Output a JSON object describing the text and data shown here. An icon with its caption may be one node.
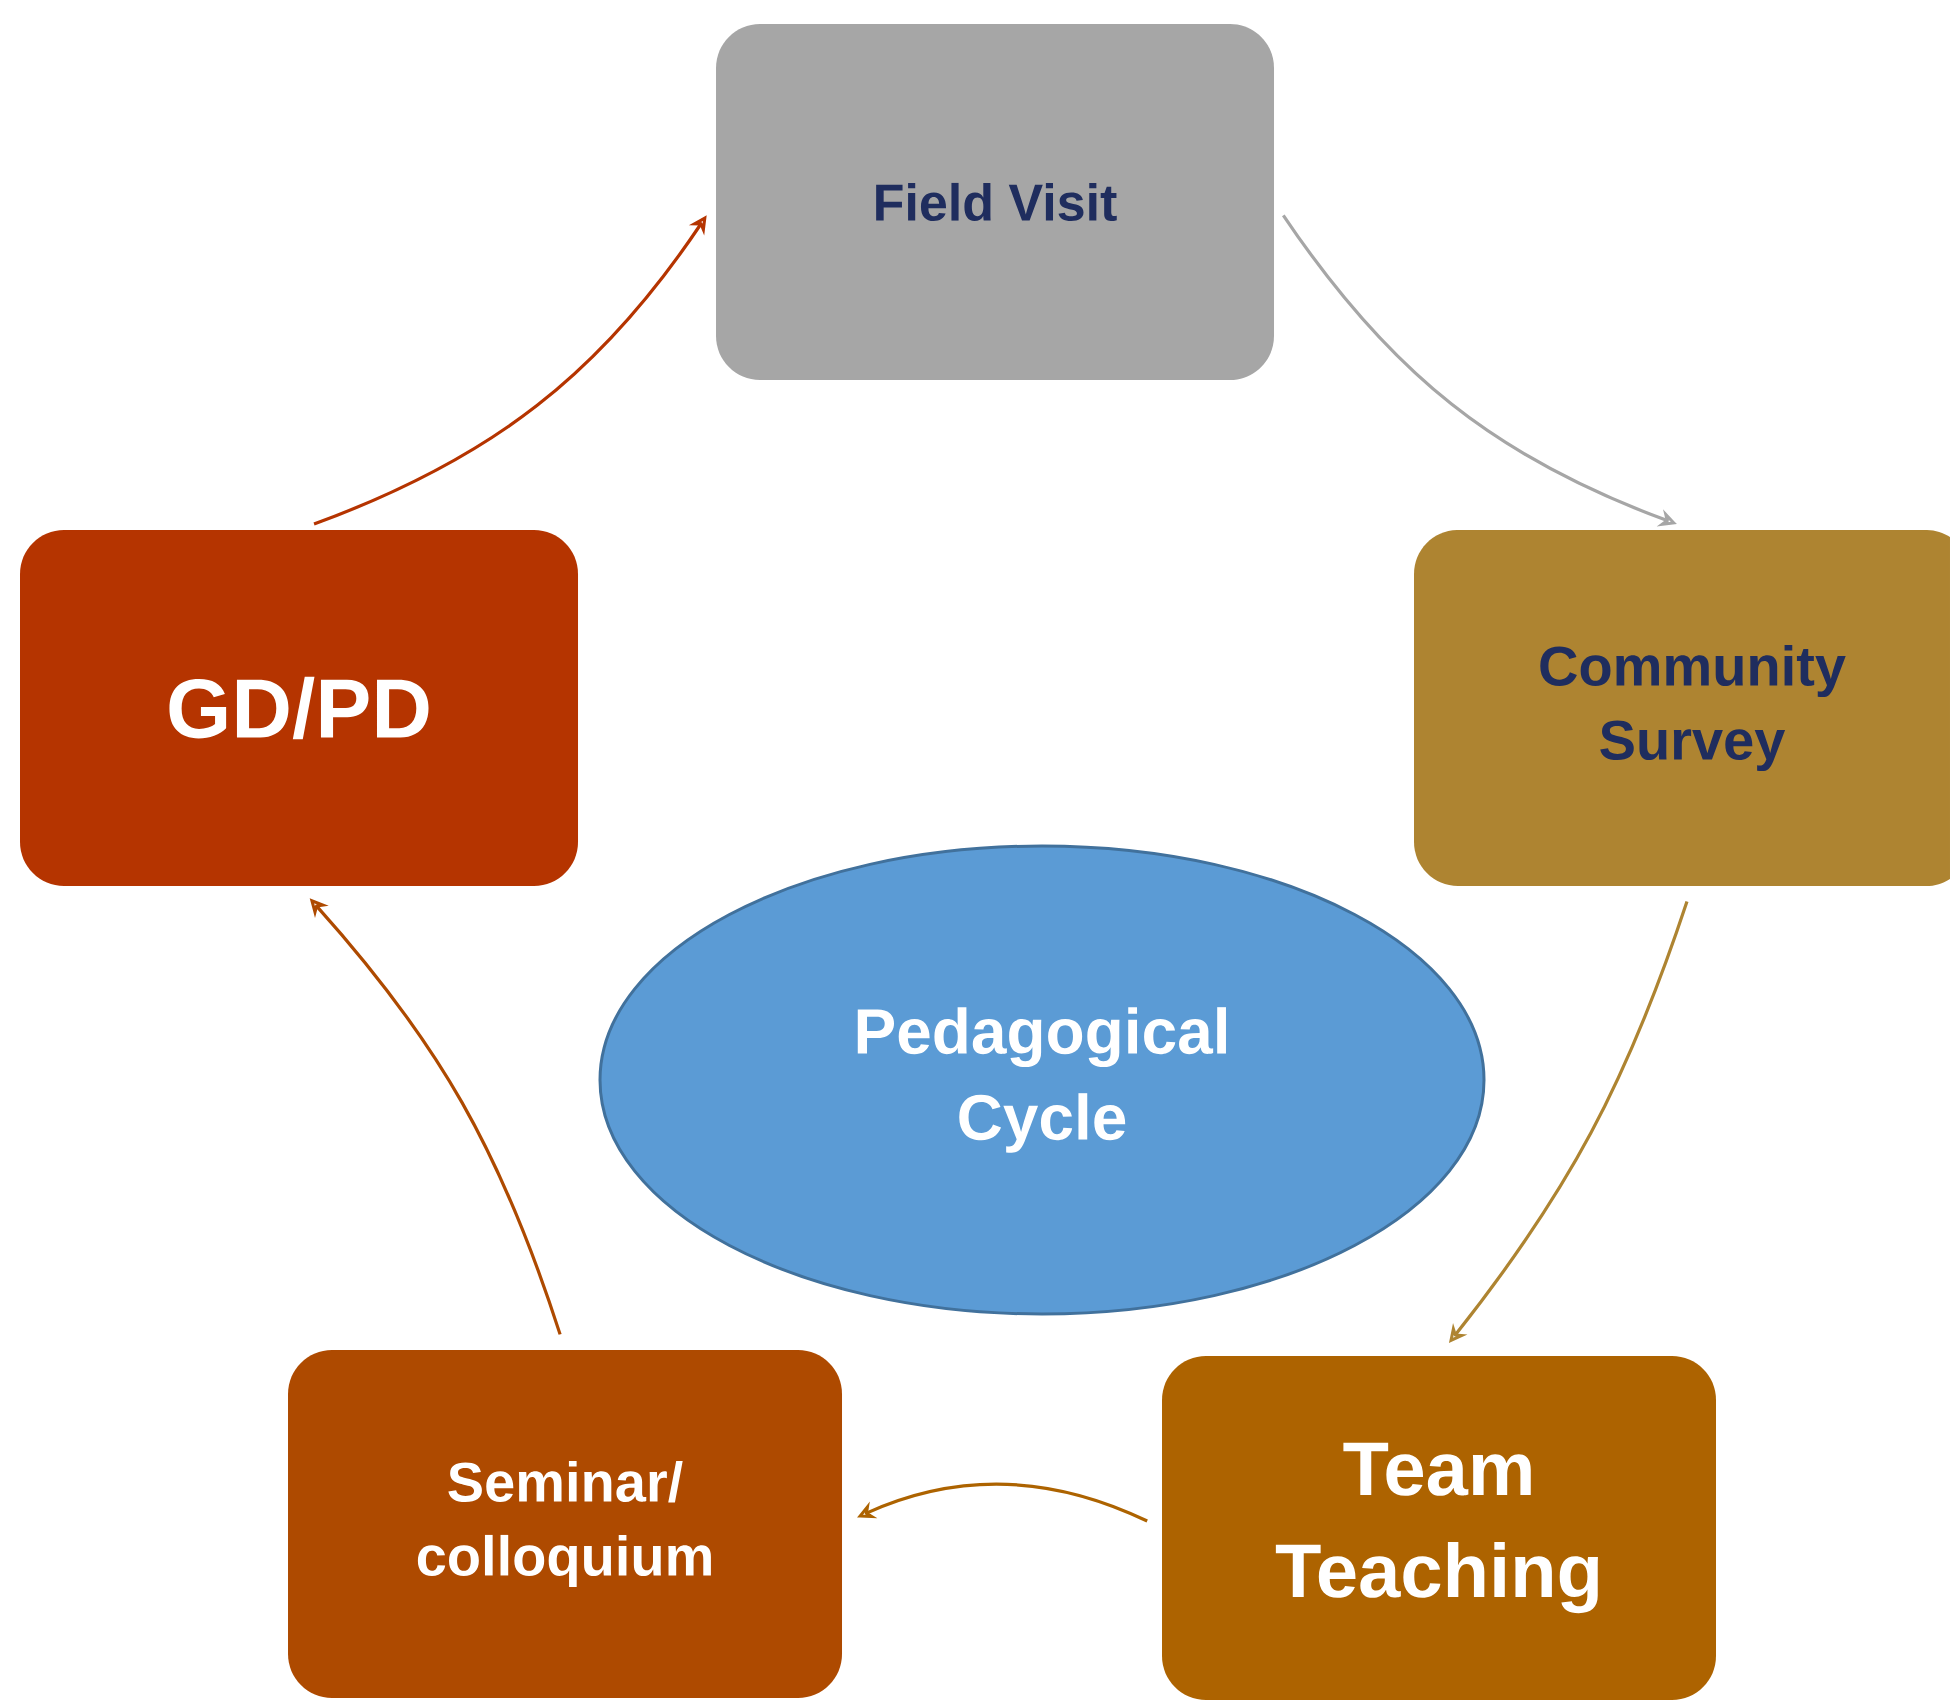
{
  "diagram": {
    "nodes": [
      {
        "text": [
          "Field Visit"
        ]
      },
      {
        "text": [
          "Community Survey"
        ]
      },
      {
        "text": [
          "Team Teaching"
        ]
      },
      {
        "text": [
          "Seminar/ colloquium"
        ]
      },
      {
        "text": [
          "GD/PD"
        ]
      },
      {
        "text": [
          "Pedagogical Cycle"
        ]
      }
    ],
    "edges": [
      {
        "from": 0,
        "to": 1,
        "arrow": "to",
        "color": "#a6a6a6"
      },
      {
        "from": 1,
        "to": 2,
        "arrow": "to",
        "color": "#ae8431"
      },
      {
        "from": 2,
        "to": 3,
        "arrow": "to",
        "color": "#ad6300"
      },
      {
        "from": 3,
        "to": 4,
        "arrow": "to",
        "color": "#ae4a00"
      },
      {
        "from": 4,
        "to": 0,
        "arrow": "to",
        "color": "#b53400"
      }
    ]
  }
}
